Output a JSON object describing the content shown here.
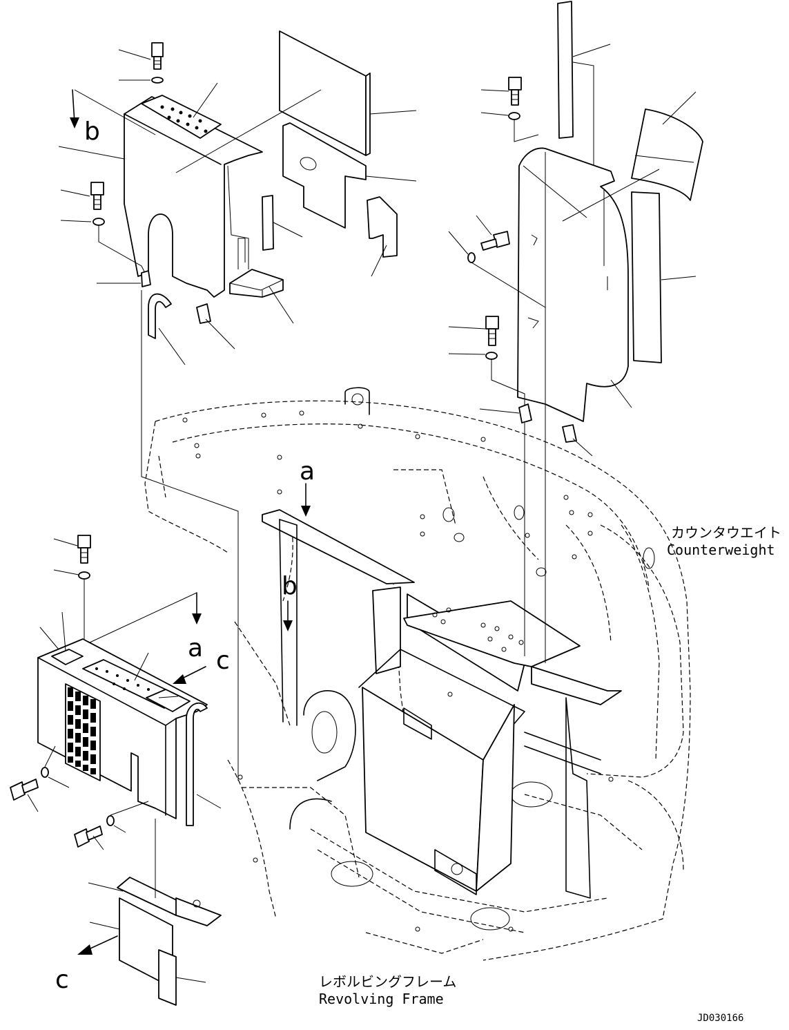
{
  "view_labels": {
    "a_top": "a",
    "a_left": "a",
    "b_top": "b",
    "b_center": "b",
    "c_left": "c",
    "c_bottom": "c"
  },
  "component_labels": {
    "counterweight_jp": "カウンタウエイト",
    "counterweight_en": "Counterweight",
    "frame_jp": "レボルビングフレーム",
    "frame_en": "Revolving Frame"
  },
  "drawing_number": "JD030166"
}
